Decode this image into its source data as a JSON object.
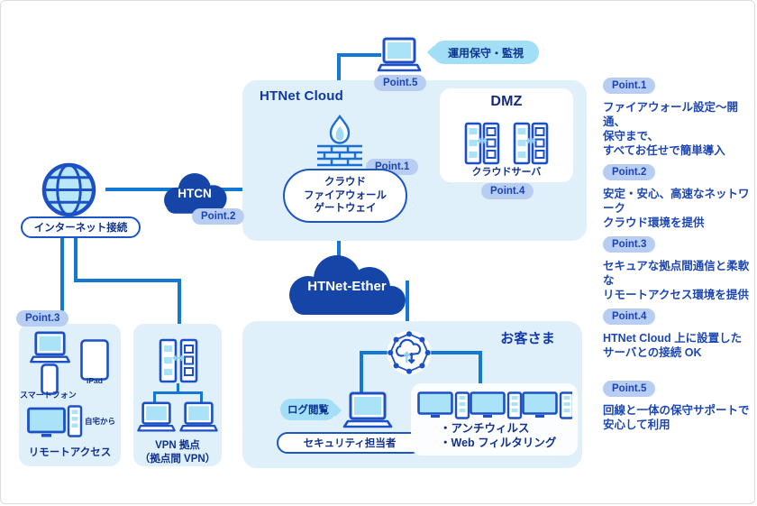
{
  "colors": {
    "accent_line": "#1377d4",
    "icon_stroke": "#1c51c6",
    "panel_bg": "#e0f0fb",
    "cloud_fill": "#1645a8",
    "badge_bg": "#b7cef2",
    "badge_text": "#1b44b4",
    "bubble_bg": "#a2dff7",
    "screen_fill": "#aae2f8",
    "dark_text": "#10328c"
  },
  "monitoring": {
    "bubble": "運用保守・監視",
    "badge": "Point.5"
  },
  "cloud_section": {
    "label": "HTNet Cloud",
    "gateway": {
      "line1": "クラウド",
      "line2": "ファイアウォール",
      "line3": "ゲートウェイ",
      "badge": "Point.1"
    },
    "dmz": {
      "title": "DMZ",
      "server_label": "クラウドサーバ",
      "badge": "Point.4"
    }
  },
  "internet": {
    "label": "インターネット接続"
  },
  "htcn": {
    "label": "HTCN",
    "badge": "Point.2"
  },
  "ether": {
    "label": "HTNet-Ether"
  },
  "customer": {
    "label": "お客さま",
    "log_bubble": "ログ閲覧",
    "operator": "セキュリティ担当者",
    "features": {
      "line1": "・アンチウィルス",
      "line2": "・Web フィルタリング"
    }
  },
  "remote": {
    "badge": "Point.3",
    "smartphone_label": "スマートフォン",
    "ipad_label": "iPad",
    "home_label": "自宅から",
    "caption": "リモートアクセス"
  },
  "vpn": {
    "caption_line1": "VPN 拠点",
    "caption_line2": "（拠点間 VPN）"
  },
  "points": [
    {
      "badge": "Point.1",
      "lines": [
        "ファイアウォール設定～開通、",
        "保守まで、",
        "すべてお任せで簡単導入"
      ]
    },
    {
      "badge": "Point.2",
      "lines": [
        "安定・安心、高速なネットワーク",
        "クラウド環境を提供"
      ]
    },
    {
      "badge": "Point.3",
      "lines": [
        "セキュアな拠点間通信と柔軟な",
        "リモートアクセス環境を提供"
      ]
    },
    {
      "badge": "Point.4",
      "lines": [
        "HTNet Cloud 上に設置した",
        "サーバとの接続 OK"
      ]
    },
    {
      "badge": "Point.5",
      "lines": [
        "回線と一体の保守サポートで",
        "安心して利用"
      ]
    }
  ]
}
